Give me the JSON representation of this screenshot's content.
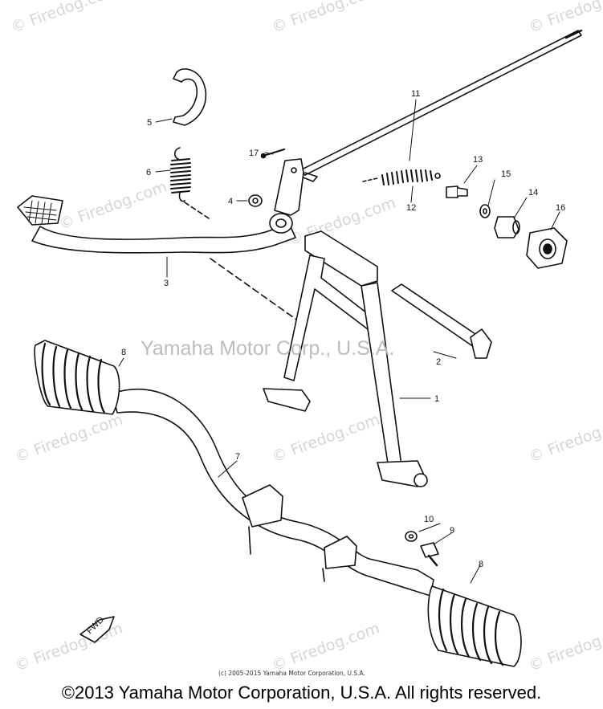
{
  "watermark_text": "© Firedog.com",
  "center_watermark": "Yamaha Motor Corp., U.S.A.",
  "small_copyright": "(c) 2005-2015 Yamaha Motor Corporation, U.S.A.",
  "footer_copyright": "©2013 Yamaha Motor Corporation, U.S.A. All rights reserved.",
  "fwd_label": "FWD",
  "callouts": {
    "c1": "1",
    "c2": "2",
    "c3": "3",
    "c4": "4",
    "c5": "5",
    "c6": "6",
    "c7": "7",
    "c8a": "8",
    "c8b": "8",
    "c9": "9",
    "c10": "10",
    "c11": "11",
    "c12": "12",
    "c13": "13",
    "c14": "14",
    "c15": "15",
    "c16": "16",
    "c17": "17"
  }
}
